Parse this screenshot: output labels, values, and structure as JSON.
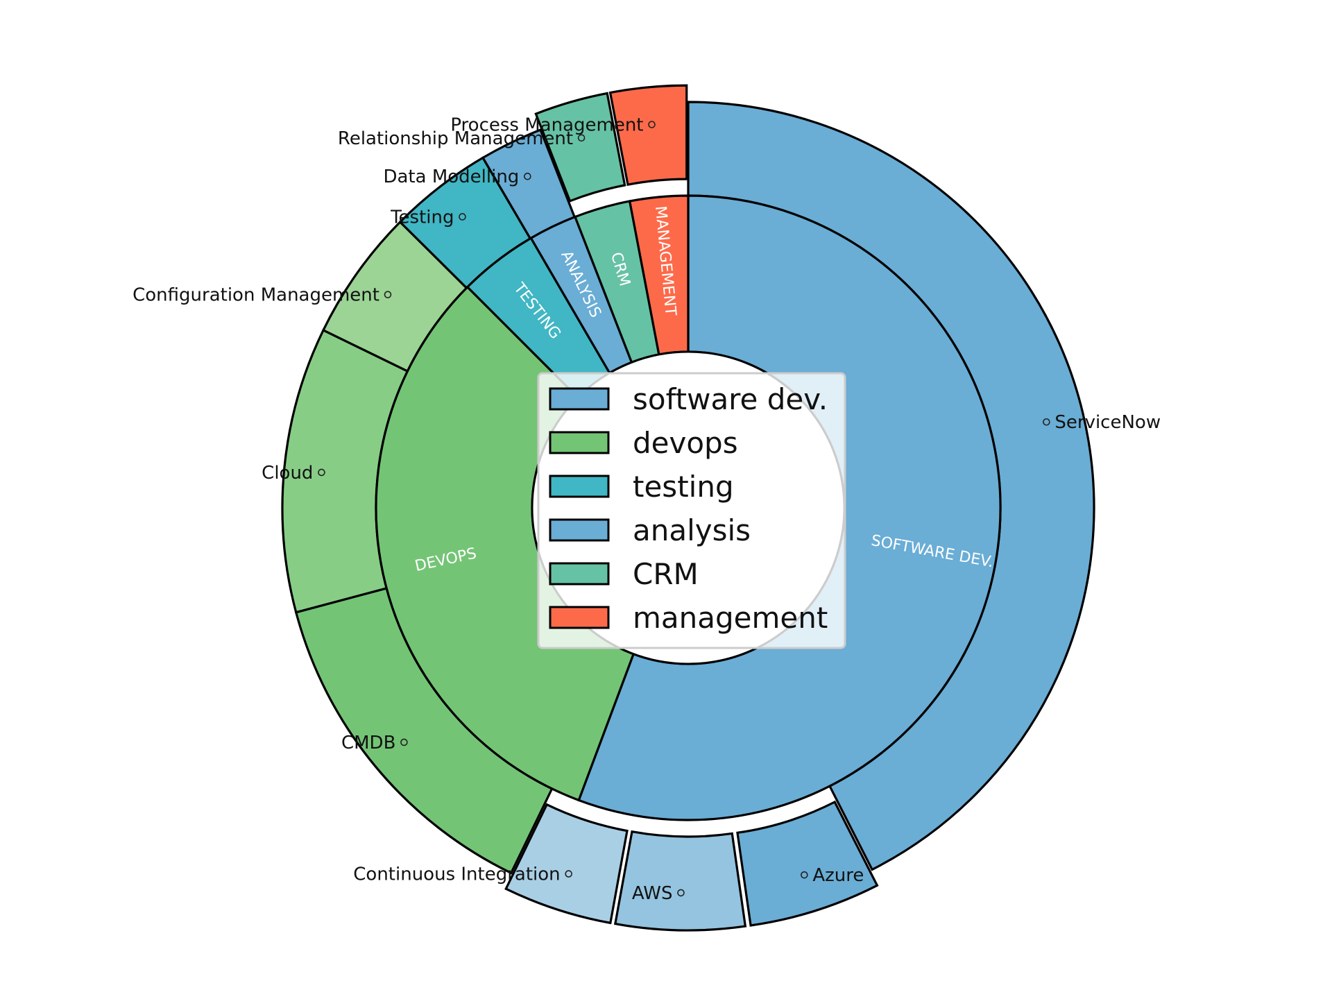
{
  "chart_data": {
    "type": "pie",
    "subtype": "nested-donut",
    "categories": [
      "software dev.",
      "devops",
      "testing",
      "analysis",
      "CRM",
      "management"
    ],
    "inner_ring": {
      "labels": [
        "SOFTWARE DEV.",
        "DEVOPS",
        "TESTING",
        "ANALYSIS",
        "CRM",
        "MANAGEMENT"
      ],
      "values": [
        55.7,
        31.8,
        4.1,
        2.5,
        2.9,
        3.0
      ],
      "colors": [
        "#6aadd5",
        "#74c476",
        "#41b6c4",
        "#6aadd5",
        "#66c2a4",
        "#fd6a4a"
      ]
    },
    "outer_ring": {
      "labels": [
        "ServiceNow",
        "Azure",
        "AWS",
        "Continuous Integration",
        "CMDB",
        "Cloud",
        "Configuration Management",
        "Testing",
        "Data Modelling",
        "Relationship Management",
        "Process Management"
      ],
      "values": [
        42.3,
        5.2,
        5.1,
        4.3,
        13.6,
        11.3,
        5.2,
        4.1,
        2.5,
        2.9,
        3.0
      ],
      "colors": [
        "#6aadd5",
        "#6aadd5",
        "#94c4df",
        "#a9cfe5",
        "#74c476",
        "#88cd86",
        "#9bd494",
        "#41b6c4",
        "#6aadd5",
        "#66c2a4",
        "#fd6a4a"
      ],
      "exploded": [
        false,
        true,
        true,
        true,
        false,
        false,
        false,
        false,
        false,
        true,
        true
      ]
    },
    "legend": {
      "location": "center",
      "entries": [
        "software dev.",
        "devops",
        "testing",
        "analysis",
        "CRM",
        "management"
      ],
      "colors": [
        "#6aadd5",
        "#74c476",
        "#41b6c4",
        "#6aadd5",
        "#66c2a4",
        "#fd6a4a"
      ]
    }
  }
}
